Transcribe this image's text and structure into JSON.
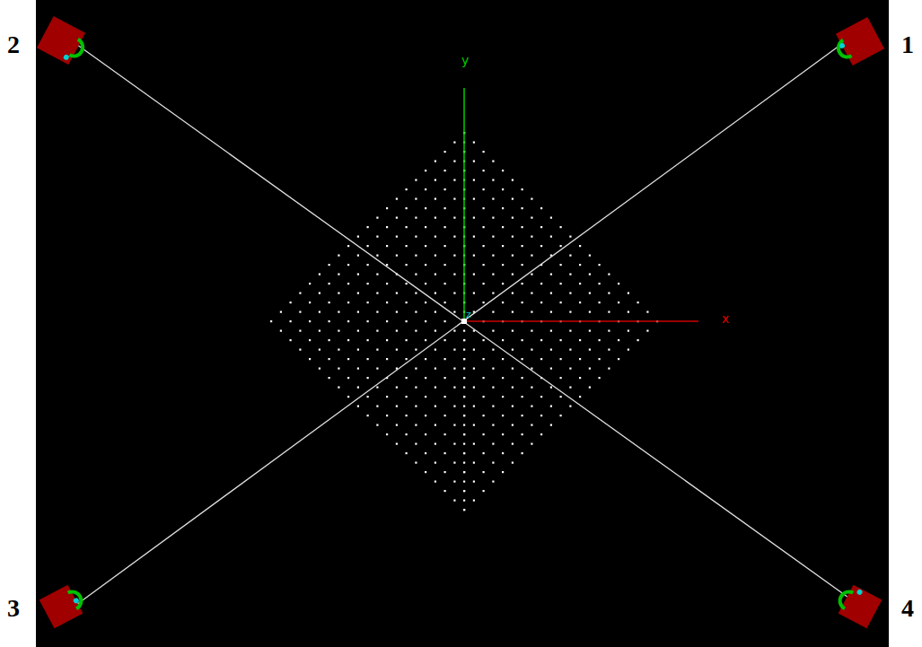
{
  "diagram": {
    "labels": [
      "2",
      "1",
      "3",
      "4",
      "y",
      "x",
      "z"
    ]
  }
}
